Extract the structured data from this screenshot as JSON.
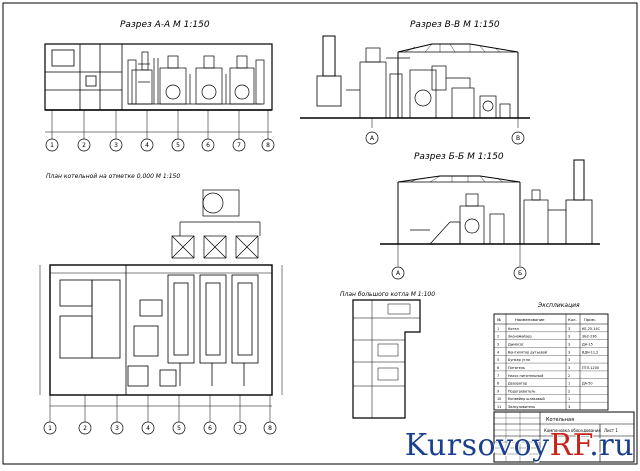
{
  "titles": {
    "section_aa": "Разрез А-А  М 1:150",
    "section_bb": "Разрез В-В  М 1:150",
    "section_bb2": "Разрез Б-Б  М 1:150",
    "plan_main": "План котельной на отметке 0,000  М 1:150",
    "plan_small": "План большого котла  М 1:100",
    "spec_title": "Экспликация"
  },
  "axes": {
    "aa": [
      "1",
      "2",
      "3",
      "4",
      "5",
      "6",
      "7",
      "8"
    ],
    "bb": [
      "А",
      "В"
    ],
    "bb2": [
      "А",
      "Б"
    ],
    "plan": [
      "1",
      "2",
      "3",
      "4",
      "5",
      "6",
      "7",
      "8"
    ]
  },
  "spec_table": {
    "headers": [
      "№",
      "Наименование",
      "Кол.",
      "Прим."
    ],
    "rows": [
      [
        "1",
        "Котел",
        "3",
        "КЕ-25-14С"
      ],
      [
        "2",
        "Экономайзер",
        "3",
        "ЭБ2-236"
      ],
      [
        "3",
        "Дымосос",
        "3",
        "ДН-15"
      ],
      [
        "4",
        "Вентилятор дутьевой",
        "3",
        "ВДН-11,2"
      ],
      [
        "5",
        "Бункер угля",
        "3",
        ""
      ],
      [
        "6",
        "Питатель",
        "3",
        "ПТЛ-1200"
      ],
      [
        "7",
        "Насос питательный",
        "2",
        ""
      ],
      [
        "8",
        "Деаэратор",
        "1",
        "ДА-50"
      ],
      [
        "9",
        "Подогреватель",
        "2",
        ""
      ],
      [
        "10",
        "Конвейер шлаковый",
        "1",
        ""
      ],
      [
        "11",
        "Золоуловитель",
        "3",
        ""
      ]
    ]
  },
  "stamp": {
    "title": "Котельная",
    "subtitle": "Компоновка оборудования",
    "sheet": "Лист 1"
  },
  "watermark": {
    "main": "Kursovoy",
    "accent": "RF",
    "suffix": ".ru"
  }
}
